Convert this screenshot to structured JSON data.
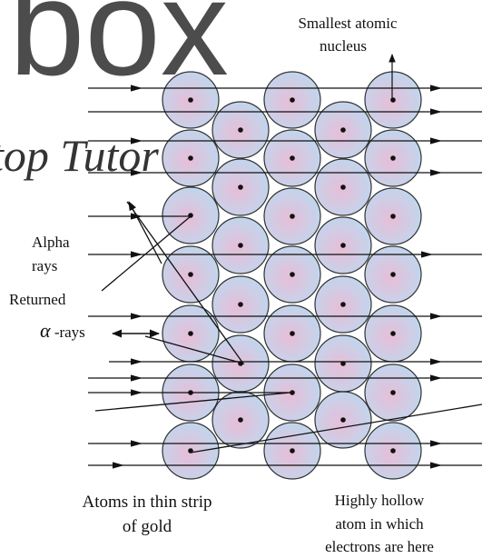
{
  "watermark": {
    "big_text": "box",
    "script_text": "top Tutor",
    "big_color": "#a9cfe6",
    "script_color": "#e8b7c7"
  },
  "labels": {
    "smallest_nucleus_line1": "Smallest atomic",
    "smallest_nucleus_line2": "nucleus",
    "alpha_line1": "Alpha",
    "alpha_line2": "rays",
    "returned": "Returned",
    "alpha_symbol": "α",
    "alpha_rays_suffix": " -rays",
    "atoms_line1": "Atoms in thin strip",
    "atoms_line2": "of gold",
    "hollow_line1": "Highly hollow",
    "hollow_line2": "atom in which",
    "hollow_line3": "electrons are here"
  },
  "colors": {
    "atom_fill_outer": "#b9d5ee",
    "atom_fill_inner": "#e6b8d4",
    "atom_stroke": "#222222",
    "nucleus": "#111111",
    "ray": "#111111"
  }
}
